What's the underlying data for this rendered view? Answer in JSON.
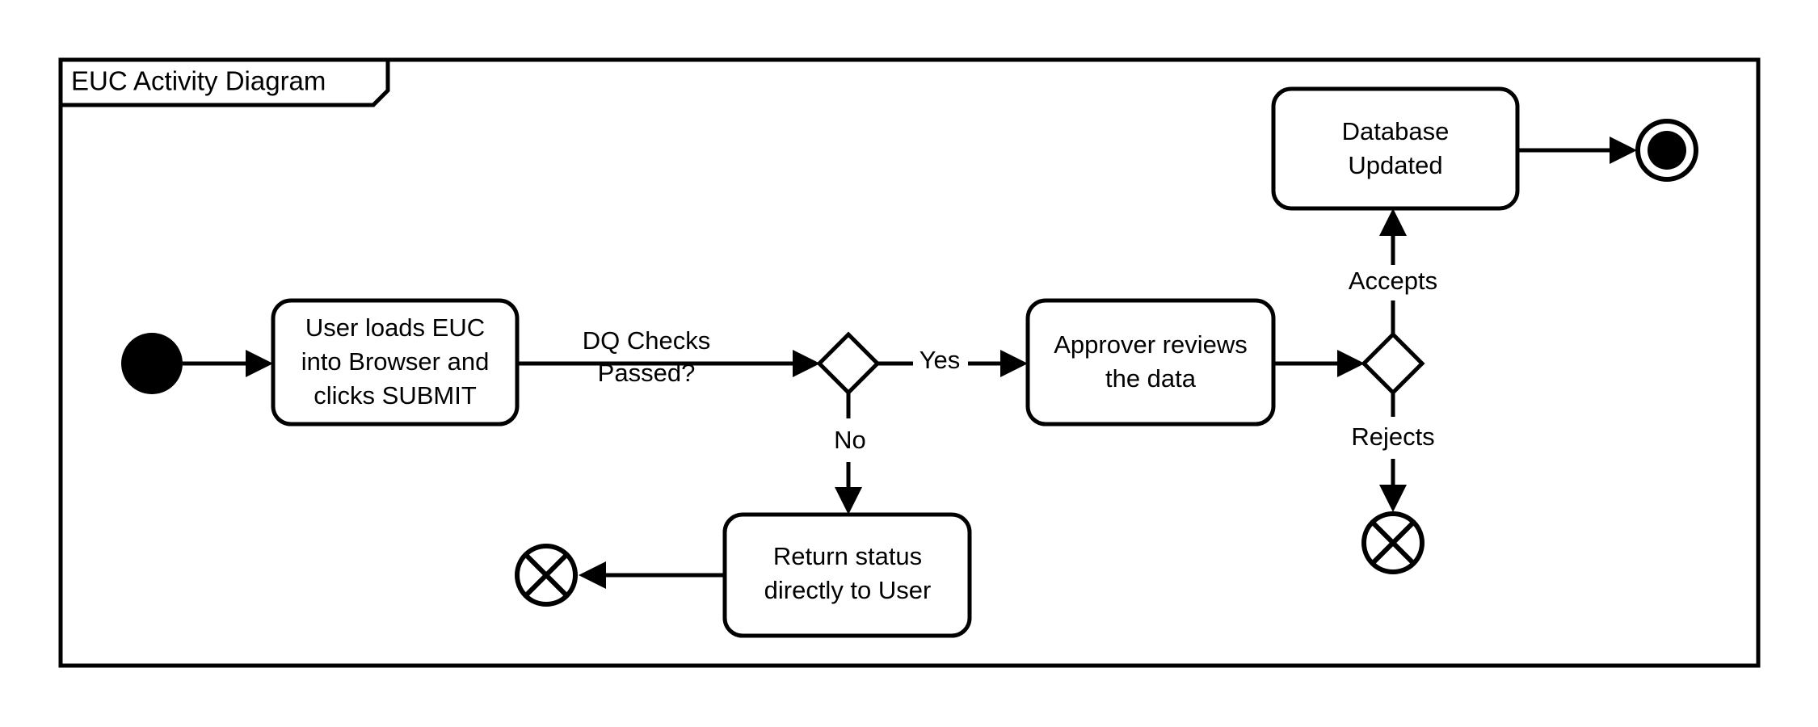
{
  "frame": {
    "title": "EUC Activity Diagram",
    "border_color": "#000000",
    "background_color": "#ffffff"
  },
  "diagram": {
    "type": "uml-activity-diagram",
    "stroke_color": "#000000",
    "fill_color": "#ffffff",
    "nodes": [
      {
        "id": "start",
        "kind": "initial-node",
        "label": ""
      },
      {
        "id": "load_euc",
        "kind": "action",
        "label_lines": [
          "User loads EUC",
          "into Browser and",
          "clicks SUBMIT"
        ]
      },
      {
        "id": "dq_decision",
        "kind": "decision",
        "label": ""
      },
      {
        "id": "approver",
        "kind": "action",
        "label_lines": [
          "Approver reviews",
          "the data"
        ]
      },
      {
        "id": "ar_decision",
        "kind": "decision",
        "label": ""
      },
      {
        "id": "db_updated",
        "kind": "action",
        "label_lines": [
          "Database",
          "Updated"
        ]
      },
      {
        "id": "end",
        "kind": "final-node",
        "label": ""
      },
      {
        "id": "return_status",
        "kind": "action",
        "label_lines": [
          "Return status",
          "directly to User"
        ]
      },
      {
        "id": "flow_final_1",
        "kind": "flow-final-node",
        "label": ""
      },
      {
        "id": "flow_final_2",
        "kind": "flow-final-node",
        "label": ""
      }
    ],
    "edges": [
      {
        "from": "start",
        "to": "load_euc",
        "label": ""
      },
      {
        "from": "load_euc",
        "to": "dq_decision",
        "label_lines": [
          "DQ Checks",
          "Passed?"
        ]
      },
      {
        "from": "dq_decision",
        "to": "approver",
        "label": "Yes"
      },
      {
        "from": "dq_decision",
        "to": "return_status",
        "label": "No"
      },
      {
        "from": "approver",
        "to": "ar_decision",
        "label": ""
      },
      {
        "from": "ar_decision",
        "to": "db_updated",
        "label": "Accepts"
      },
      {
        "from": "ar_decision",
        "to": "flow_final_2",
        "label": "Rejects"
      },
      {
        "from": "db_updated",
        "to": "end",
        "label": ""
      },
      {
        "from": "return_status",
        "to": "flow_final_1",
        "label": ""
      }
    ],
    "labels": {
      "dq_checks_line1": "DQ Checks",
      "dq_checks_line2": "Passed?",
      "yes": "Yes",
      "no": "No",
      "accepts": "Accepts",
      "rejects": "Rejects",
      "load_euc_line1": "User loads EUC",
      "load_euc_line2": "into Browser and",
      "load_euc_line3": "clicks SUBMIT",
      "approver_line1": "Approver reviews",
      "approver_line2": "the data",
      "db_line1": "Database",
      "db_line2": "Updated",
      "return_line1": "Return status",
      "return_line2": "directly to User"
    }
  }
}
